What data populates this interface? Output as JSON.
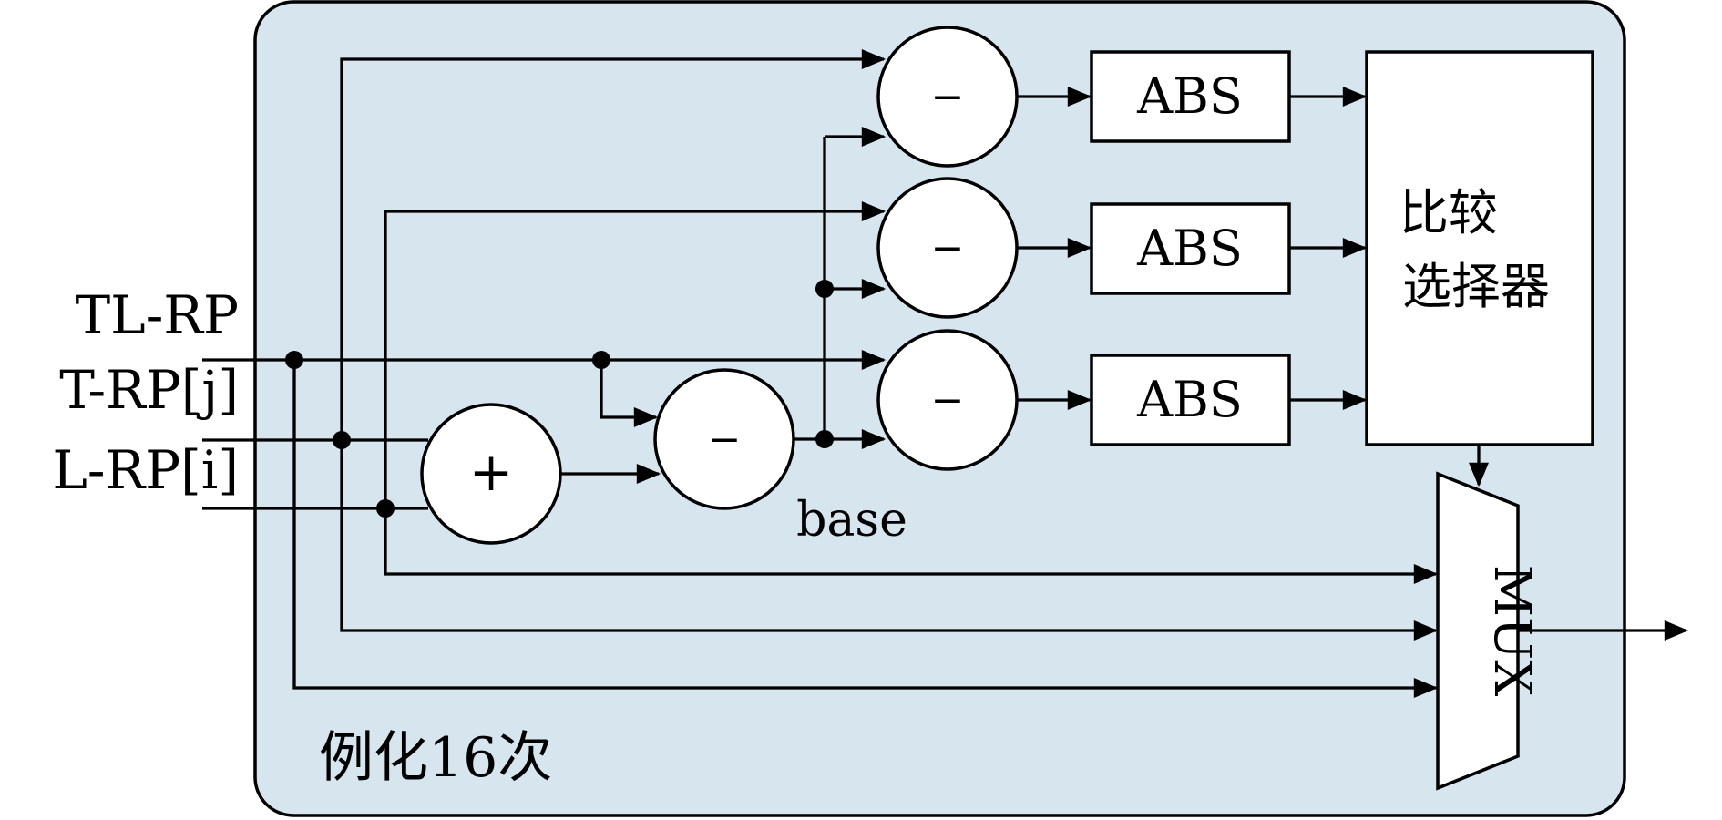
{
  "inputs": {
    "tl": "TL-RP",
    "t": "T-RP[j]",
    "l": "L-RP[i]"
  },
  "ops": {
    "plus": "+",
    "minus": "−"
  },
  "base_label": "base",
  "abs_label": "ABS",
  "comparator": {
    "line1": "比较",
    "line2": "选择器"
  },
  "mux_label": "MUX",
  "instance_label": "例化16次",
  "colors": {
    "container_fill": "#d7e5ef",
    "stroke": "#000000"
  }
}
